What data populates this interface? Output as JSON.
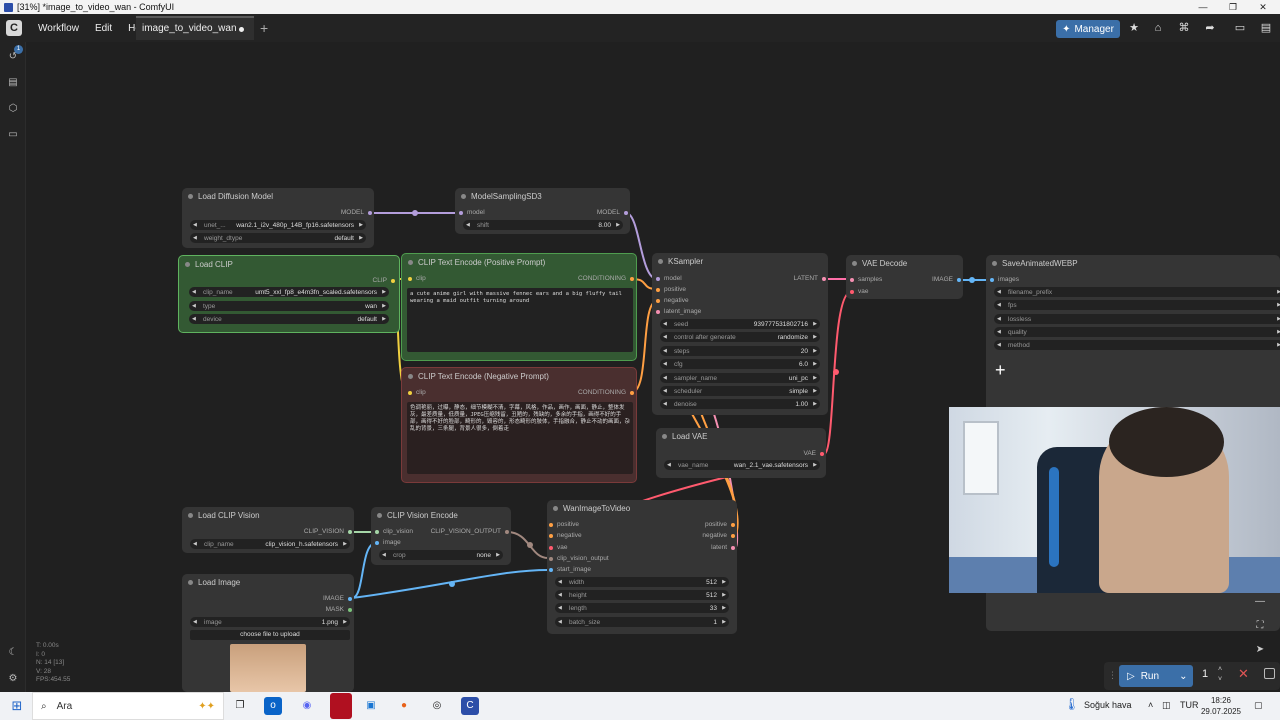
{
  "window": {
    "title": "[31%] *image_to_video_wan - ComfyUI"
  },
  "menu": {
    "items": [
      "Workflow",
      "Edit",
      "Help"
    ]
  },
  "tab": {
    "label": "image_to_video_wan"
  },
  "header": {
    "manager_label": "Manager"
  },
  "sidebar": {
    "badge": "1"
  },
  "nodes": {
    "load_diffusion": {
      "title": "Load Diffusion Model",
      "out": "MODEL",
      "unet_label": "unet_...",
      "unet_value": "wan2.1_i2v_480p_14B_fp16.safetensors",
      "dtype_label": "weight_dtype",
      "dtype_value": "default"
    },
    "model_sampling": {
      "title": "ModelSamplingSD3",
      "in": "model",
      "out": "MODEL",
      "shift_label": "shift",
      "shift_value": "8.00"
    },
    "load_clip": {
      "title": "Load CLIP",
      "out": "CLIP",
      "name_label": "clip_name",
      "name_value": "umt5_xxl_fp8_e4m3fn_scaled.safetensors",
      "type_label": "type",
      "type_value": "wan",
      "device_label": "device",
      "device_value": "default"
    },
    "clip_pos": {
      "title": "CLIP Text Encode (Positive Prompt)",
      "in": "clip",
      "out": "CONDITIONING",
      "text": "a cute anime girl with massive fennec ears and a big fluffy tail wearing a maid outfit turning around"
    },
    "clip_neg": {
      "title": "CLIP Text Encode (Negative Prompt)",
      "in": "clip",
      "out": "CONDITIONING",
      "text": "色调艳丽，过曝，静态，细节模糊不清，字幕，风格，作品，画作，画面，静止，整体发灰，最差质量，低质量，JPEG压缩残留，丑陋的，残缺的，多余的手指，画得不好的手部，画得不好的脸部，畸形的，毁容的，形态畸形的肢体，手指融合，静止不动的画面，杂乱的背景，三条腿，背景人很多，倒着走"
    },
    "ksampler": {
      "title": "KSampler",
      "inputs": [
        "model",
        "positive",
        "negative",
        "latent_image"
      ],
      "out": "LATENT",
      "widgets": [
        {
          "label": "seed",
          "value": "939777531802716"
        },
        {
          "label": "control after generate",
          "value": "randomize"
        },
        {
          "label": "steps",
          "value": "20"
        },
        {
          "label": "cfg",
          "value": "6.0"
        },
        {
          "label": "sampler_name",
          "value": "uni_pc"
        },
        {
          "label": "scheduler",
          "value": "simple"
        },
        {
          "label": "denoise",
          "value": "1.00"
        }
      ]
    },
    "vae_decode": {
      "title": "VAE Decode",
      "inputs": [
        "samples",
        "vae"
      ],
      "out": "IMAGE"
    },
    "save_webp": {
      "title": "SaveAnimatedWEBP",
      "in": "images",
      "widgets": [
        "filename_prefix",
        "fps",
        "lossless",
        "quality",
        "method"
      ]
    },
    "load_vae": {
      "title": "Load VAE",
      "out": "VAE",
      "name_label": "vae_name",
      "name_value": "wan_2.1_vae.safetensors"
    },
    "load_clip_vision": {
      "title": "Load CLIP Vision",
      "out": "CLIP_VISION",
      "name_label": "clip_name",
      "name_value": "clip_vision_h.safetensors"
    },
    "clip_vision_encode": {
      "title": "CLIP Vision Encode",
      "inputs": [
        "clip_vision",
        "image"
      ],
      "out": "CLIP_VISION_OUTPUT",
      "crop_label": "crop",
      "crop_value": "none"
    },
    "wan_i2v": {
      "title": "WanImageToVideo",
      "inputs": [
        "positive",
        "negative",
        "vae",
        "clip_vision_output",
        "start_image"
      ],
      "outputs": [
        "positive",
        "negative",
        "latent"
      ],
      "widgets": [
        {
          "label": "width",
          "value": "512"
        },
        {
          "label": "height",
          "value": "512"
        },
        {
          "label": "length",
          "value": "33"
        },
        {
          "label": "batch_size",
          "value": "1"
        }
      ]
    },
    "load_image": {
      "title": "Load Image",
      "outputs": [
        "IMAGE",
        "MASK"
      ],
      "image_label": "image",
      "image_value": "1.png",
      "upload_label": "choose file to upload"
    }
  },
  "stats": {
    "lines": [
      "T: 0.00s",
      "I: 0",
      "N: 14 [13]",
      "V: 28",
      "FPS:454.55"
    ]
  },
  "run": {
    "label": "Run",
    "count": "1"
  },
  "taskbar": {
    "search": "Ara",
    "weather": "Soğuk hava",
    "lang": "TUR",
    "time": "18:26",
    "date": "29.07.2025"
  }
}
